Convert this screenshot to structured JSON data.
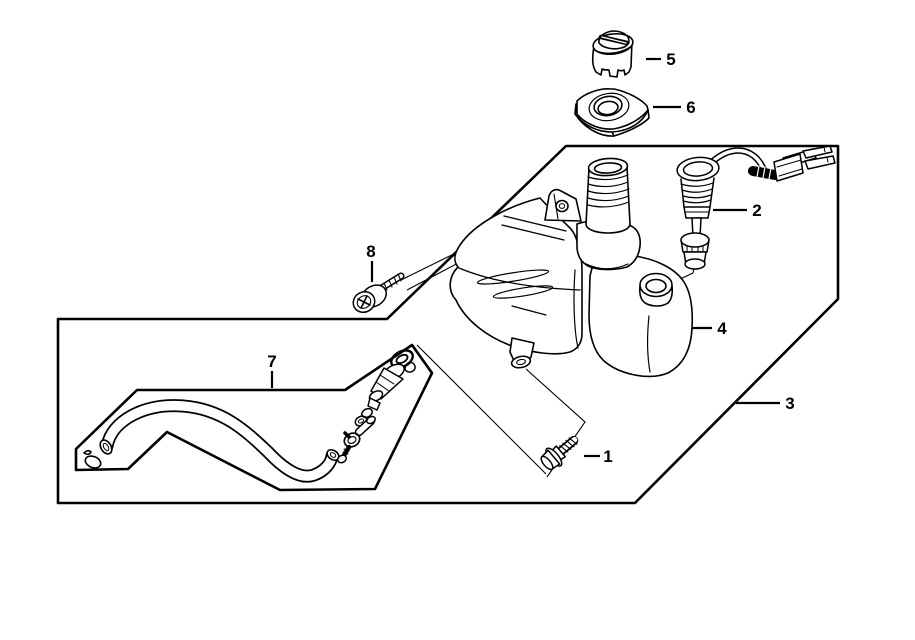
{
  "figure": {
    "type": "exploded-parts-diagram",
    "background_color": "#ffffff",
    "line_color": "#000000",
    "callouts": [
      {
        "part": "joint-bolt",
        "text": "1"
      },
      {
        "part": "oil-level-sensor",
        "text": "2"
      },
      {
        "part": "diagram-boundary",
        "text": "3"
      },
      {
        "part": "oil-tank",
        "text": "4"
      },
      {
        "part": "filler-cap",
        "text": "5"
      },
      {
        "part": "cap-gasket",
        "text": "6"
      },
      {
        "part": "oil-hose-kit",
        "text": "7"
      },
      {
        "part": "mounting-screw",
        "text": "8"
      }
    ]
  }
}
